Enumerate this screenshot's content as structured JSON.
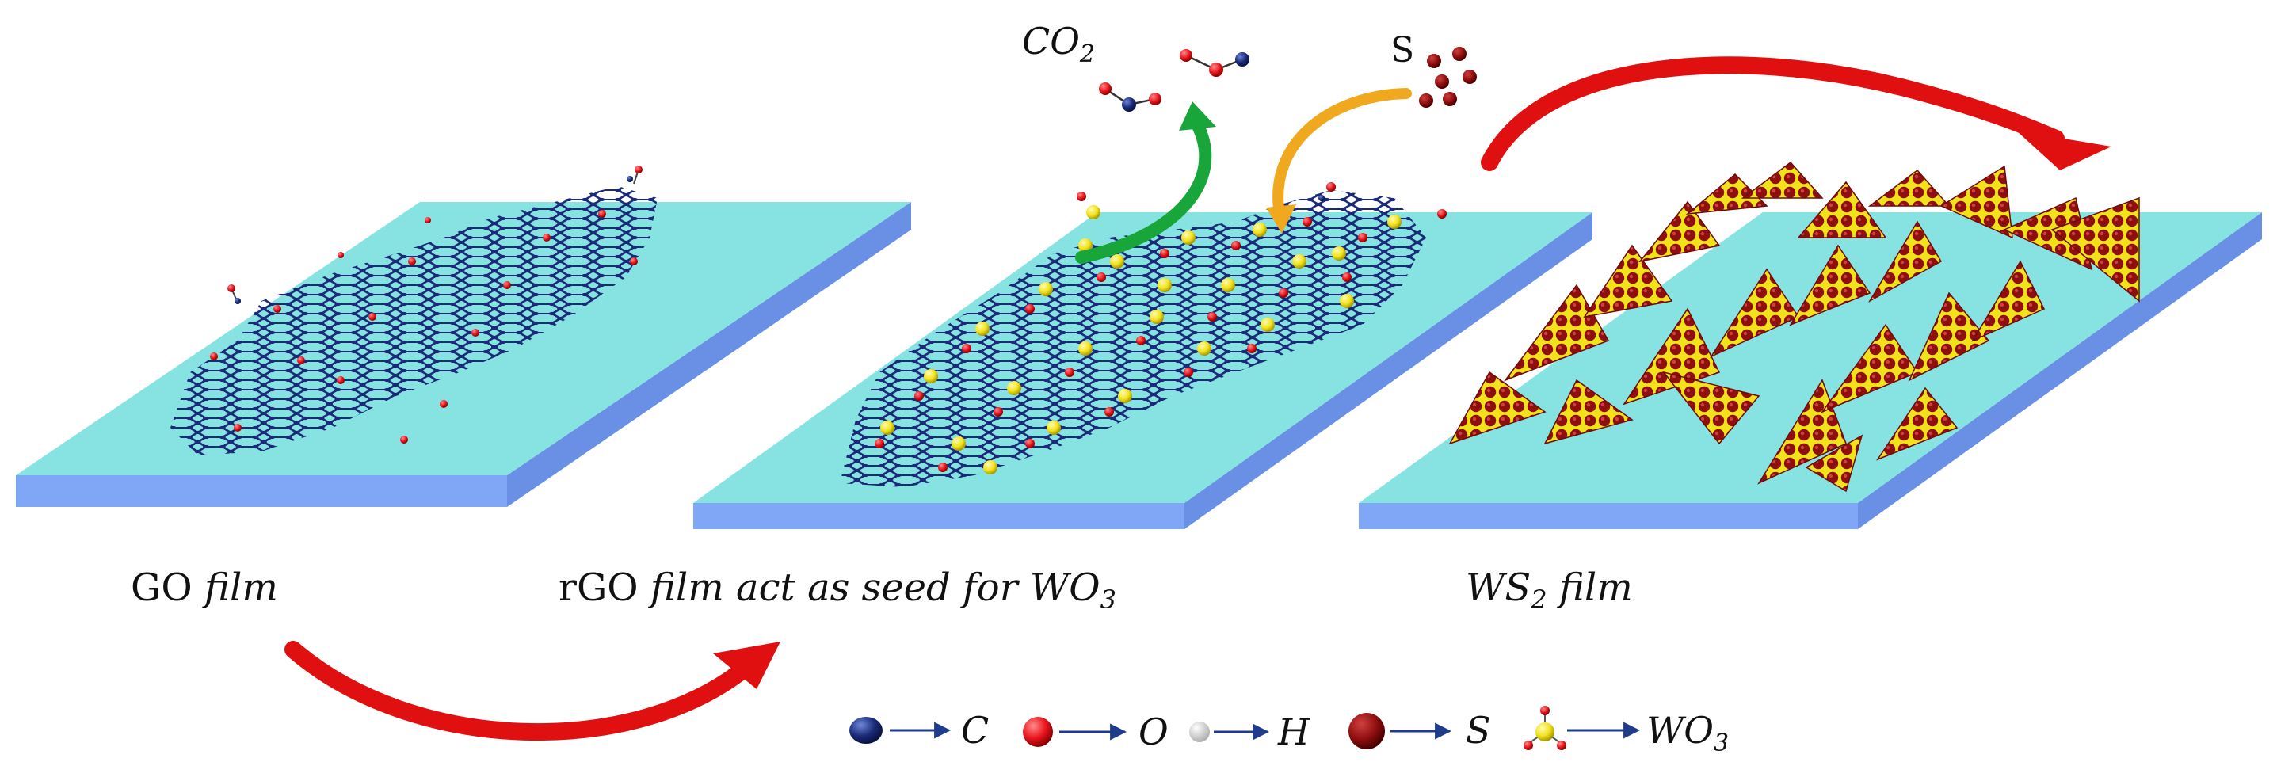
{
  "molecule_labels": {
    "co2_base": "CO",
    "co2_sub": "2",
    "sulfur": "S"
  },
  "panel_captions": {
    "go": {
      "roman": "GO ",
      "italic": "film"
    },
    "rgo": {
      "roman": "rGO ",
      "italic_a": "film act as seed for WO",
      "sub": "3"
    },
    "ws2": {
      "italic_a": "WS",
      "sub": "2",
      "italic_b": " film"
    }
  },
  "legend": {
    "carbon": "C",
    "oxygen": "O",
    "hydrogen": "H",
    "sulfur": "S",
    "wo3_base": "WO",
    "wo3_sub": "3"
  },
  "colors": {
    "substrate_top": "#86e3e1",
    "substrate_edge": "#7fa7f5",
    "carbon": "#1a2a78",
    "oxygen": "#e8141c",
    "hydrogen": "#e6e6e6",
    "sulfur_atom": "#8f0f0f",
    "wo3": "#f2e21c",
    "arrow_red": "#e01010",
    "arrow_green": "#18a63a",
    "arrow_orange": "#f0a81e",
    "legend_arrow": "#1f3b8c"
  },
  "icons": [
    "carbon-atom-icon",
    "oxygen-atom-icon",
    "hydrogen-atom-icon",
    "sulfur-atom-icon",
    "wo3-cluster-icon"
  ]
}
